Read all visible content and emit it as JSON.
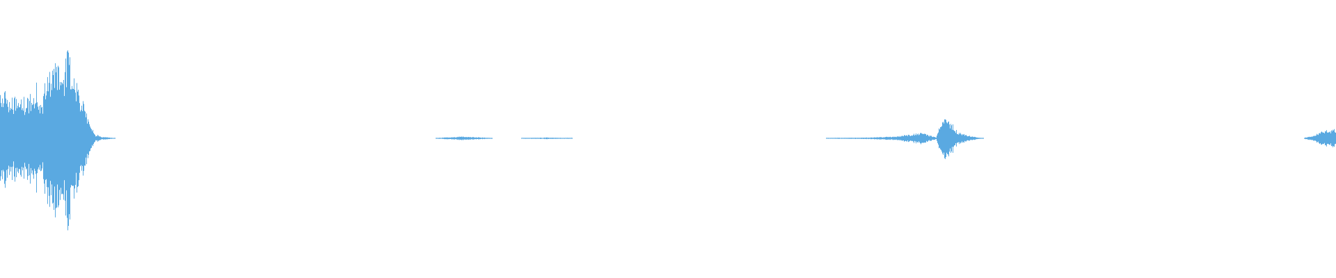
{
  "waveform": {
    "color": "#5aa9e1",
    "background": "#ffffff",
    "clips": [
      {
        "name": "clip-1",
        "start": 0.0,
        "end": 0.086,
        "envelope": [
          [
            0.0,
            0.46
          ],
          [
            0.004,
            0.47
          ],
          [
            0.012,
            0.42
          ],
          [
            0.02,
            0.45
          ],
          [
            0.027,
            0.55
          ],
          [
            0.031,
            0.38
          ],
          [
            0.035,
            0.75
          ],
          [
            0.041,
            0.85
          ],
          [
            0.046,
            0.72
          ],
          [
            0.052,
            1.0
          ],
          [
            0.058,
            0.55
          ],
          [
            0.062,
            0.4
          ],
          [
            0.066,
            0.2
          ],
          [
            0.071,
            0.04
          ],
          [
            0.076,
            0.015
          ],
          [
            0.082,
            0.008
          ],
          [
            0.086,
            0.0
          ]
        ]
      },
      {
        "name": "clip-2",
        "start": 0.326,
        "end": 0.368,
        "envelope": [
          [
            0.0,
            0.005
          ],
          [
            0.3,
            0.012
          ],
          [
            0.5,
            0.02
          ],
          [
            0.7,
            0.012
          ],
          [
            1.0,
            0.005
          ]
        ]
      },
      {
        "name": "clip-3",
        "start": 0.39,
        "end": 0.428,
        "envelope": [
          [
            0.0,
            0.004
          ],
          [
            0.5,
            0.008
          ],
          [
            1.0,
            0.004
          ]
        ]
      },
      {
        "name": "clip-4",
        "start": 0.618,
        "end": 0.736,
        "envelope": [
          [
            0.0,
            0.004
          ],
          [
            0.25,
            0.008
          ],
          [
            0.45,
            0.02
          ],
          [
            0.6,
            0.06
          ],
          [
            0.7,
            0.01
          ],
          [
            0.75,
            0.28
          ],
          [
            0.77,
            0.23
          ],
          [
            0.83,
            0.08
          ],
          [
            0.9,
            0.03
          ],
          [
            1.0,
            0.0
          ]
        ]
      },
      {
        "name": "clip-5",
        "start": 0.976,
        "end": 1.0,
        "envelope": [
          [
            0.0,
            0.005
          ],
          [
            0.3,
            0.03
          ],
          [
            0.6,
            0.08
          ],
          [
            1.0,
            0.1
          ]
        ]
      }
    ]
  }
}
